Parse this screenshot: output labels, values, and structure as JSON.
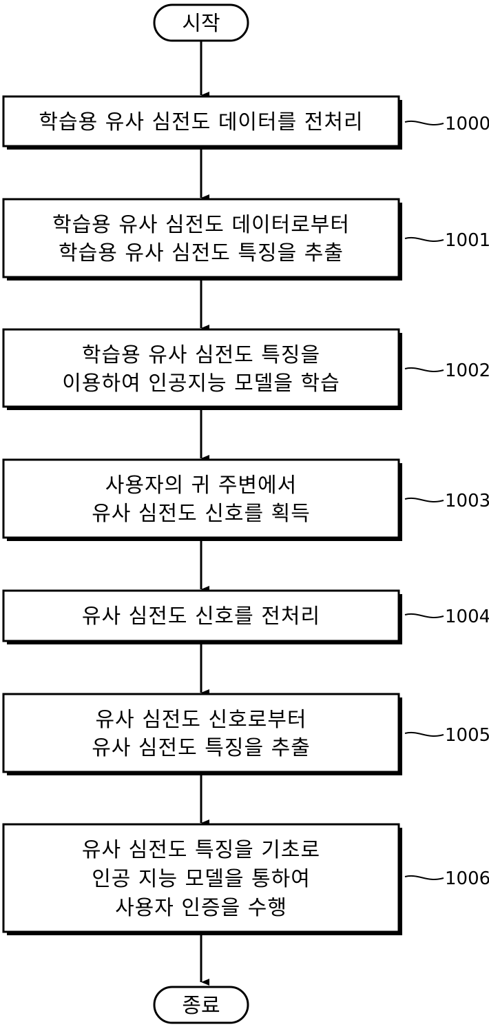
{
  "start": {
    "label": "시작"
  },
  "end": {
    "label": "종료"
  },
  "steps": [
    {
      "ref": "1000",
      "lines": [
        "학습용  유사  심전도  데이터를  전처리"
      ]
    },
    {
      "ref": "1001",
      "lines": [
        "학습용  유사  심전도  데이터로부터",
        "학습용  유사  심전도  특징을  추출"
      ]
    },
    {
      "ref": "1002",
      "lines": [
        "학습용  유사  심전도  특징을",
        "이용하여  인공지능  모델을  학습"
      ]
    },
    {
      "ref": "1003",
      "lines": [
        "사용자의  귀  주변에서",
        "유사  심전도  신호를  획득"
      ]
    },
    {
      "ref": "1004",
      "lines": [
        "유사  심전도  신호를  전처리"
      ]
    },
    {
      "ref": "1005",
      "lines": [
        "유사  심전도  신호로부터",
        "유사  심전도  특징을  추출"
      ]
    },
    {
      "ref": "1006",
      "lines": [
        "유사  심전도  특징을  기초로",
        "인공  지능  모델을  통하여",
        "사용자  인증을  수행"
      ]
    }
  ]
}
